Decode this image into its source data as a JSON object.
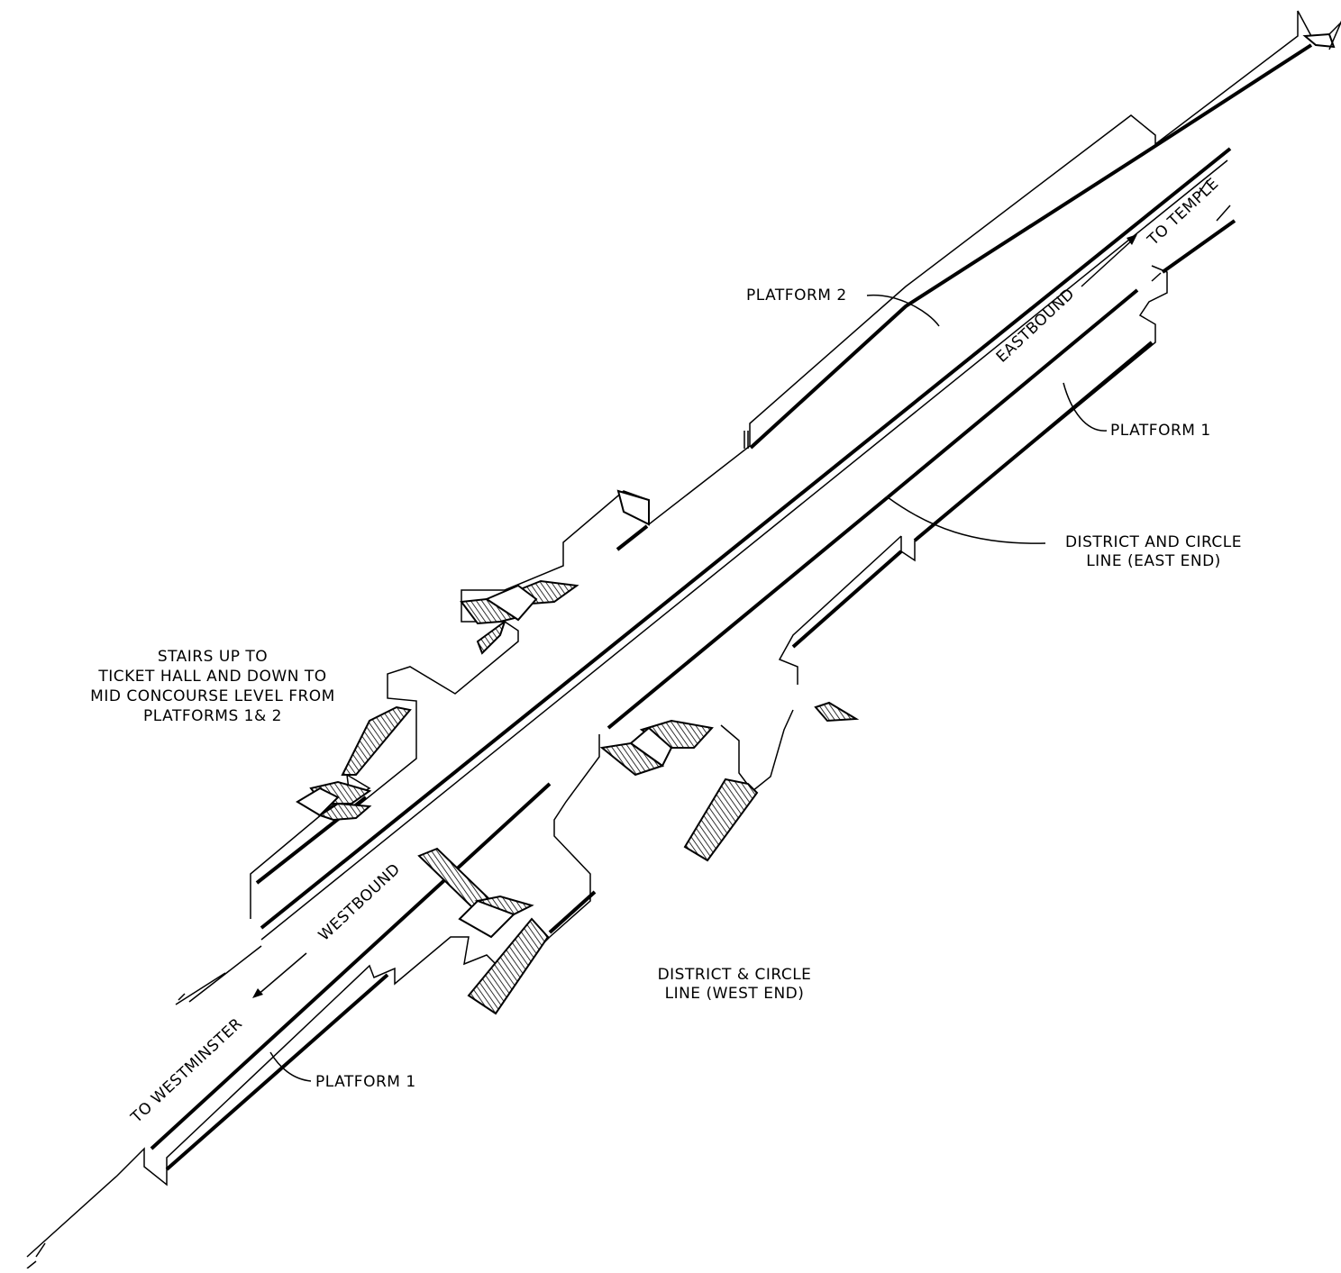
{
  "labels": {
    "platform2": "PLATFORM 2",
    "platform1_east": "PLATFORM 1",
    "platform1_west": "PLATFORM 1",
    "eastbound": "EASTBOUND",
    "to_temple": "TO TEMPLE",
    "westbound": "WESTBOUND",
    "to_westminster": "TO WESTMINSTER",
    "east_end_line1": "DISTRICT AND CIRCLE",
    "east_end_line2": "LINE (EAST END)",
    "west_end_line1": "DISTRICT & CIRCLE",
    "west_end_line2": "LINE (WEST END)",
    "stairs_line1": "STAIRS UP TO",
    "stairs_line2": "TICKET HALL AND DOWN TO",
    "stairs_line3": "MID CONCOURSE LEVEL FROM",
    "stairs_line4": "PLATFORMS 1& 2"
  }
}
